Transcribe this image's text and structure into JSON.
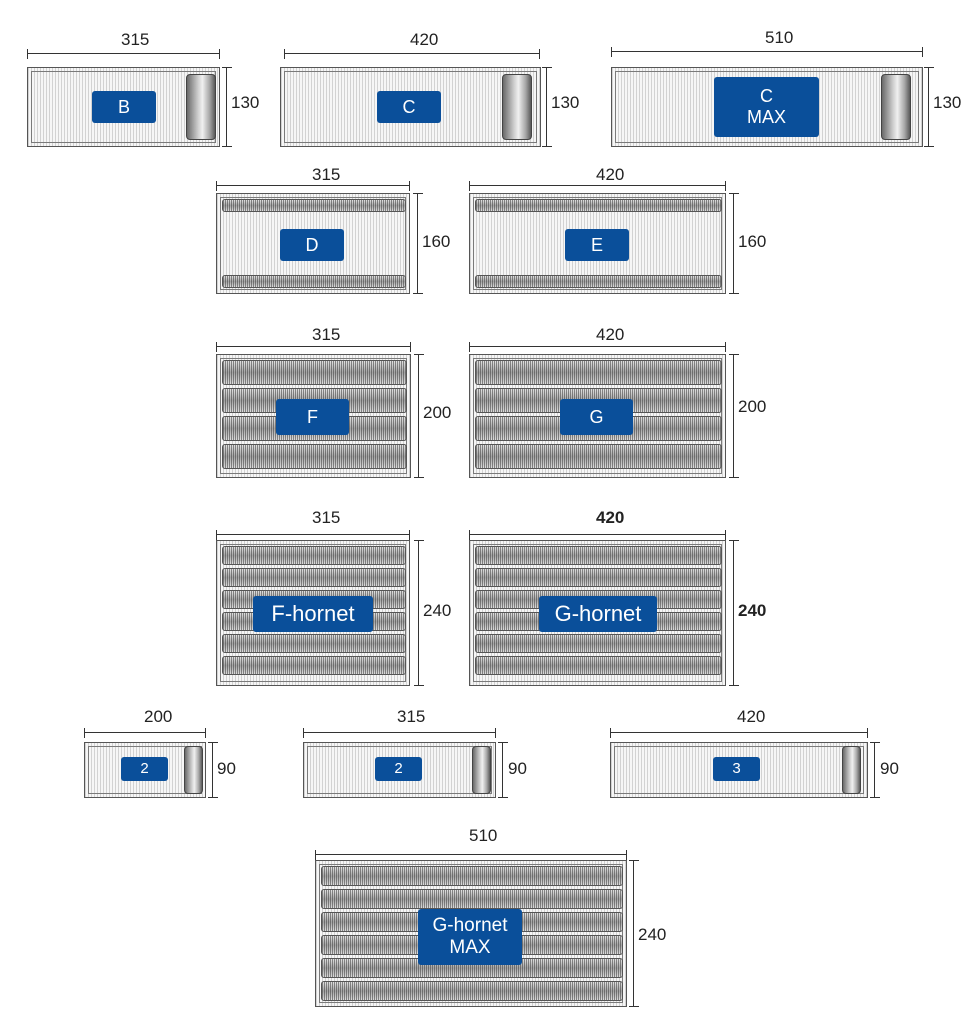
{
  "models": [
    {
      "id": "B",
      "label_lines": [
        "B"
      ],
      "width_label": "315",
      "height_label": "130",
      "type": "roll"
    },
    {
      "id": "C",
      "label_lines": [
        "C"
      ],
      "width_label": "420",
      "height_label": "130",
      "type": "roll"
    },
    {
      "id": "C-MAX",
      "label_lines": [
        "C",
        "MAX"
      ],
      "width_label": "510",
      "height_label": "130",
      "type": "roll"
    },
    {
      "id": "D",
      "label_lines": [
        "D"
      ],
      "width_label": "315",
      "height_label": "160",
      "type": "tubes",
      "tube_count": 2
    },
    {
      "id": "E",
      "label_lines": [
        "E"
      ],
      "width_label": "420",
      "height_label": "160",
      "type": "tubes",
      "tube_count": 2
    },
    {
      "id": "F",
      "label_lines": [
        "F"
      ],
      "width_label": "315",
      "height_label": "200",
      "type": "tubes",
      "tube_count": 4
    },
    {
      "id": "G",
      "label_lines": [
        "G"
      ],
      "width_label": "420",
      "height_label": "200",
      "type": "tubes",
      "tube_count": 4
    },
    {
      "id": "F-hornet",
      "label_lines": [
        "F-hornet"
      ],
      "width_label": "315",
      "height_label": "240",
      "type": "tubes",
      "tube_count": 6
    },
    {
      "id": "G-hornet",
      "label_lines": [
        "G-hornet"
      ],
      "width_label": "420",
      "height_label": "240",
      "type": "tubes",
      "tube_count": 6
    },
    {
      "id": "2-200",
      "label_lines": [
        "2"
      ],
      "width_label": "200",
      "height_label": "90",
      "type": "roll"
    },
    {
      "id": "2-315",
      "label_lines": [
        "2"
      ],
      "width_label": "315",
      "height_label": "90",
      "type": "roll"
    },
    {
      "id": "3-420",
      "label_lines": [
        "3"
      ],
      "width_label": "420",
      "height_label": "90",
      "type": "roll"
    },
    {
      "id": "G-hornet-MAX",
      "label_lines": [
        "G-hornet",
        "MAX"
      ],
      "width_label": "510",
      "height_label": "240",
      "type": "tubes",
      "tube_count": 6
    }
  ],
  "colors": {
    "badge": "#0a4f9a",
    "badge_text": "#ffffff",
    "outline": "#555555"
  }
}
